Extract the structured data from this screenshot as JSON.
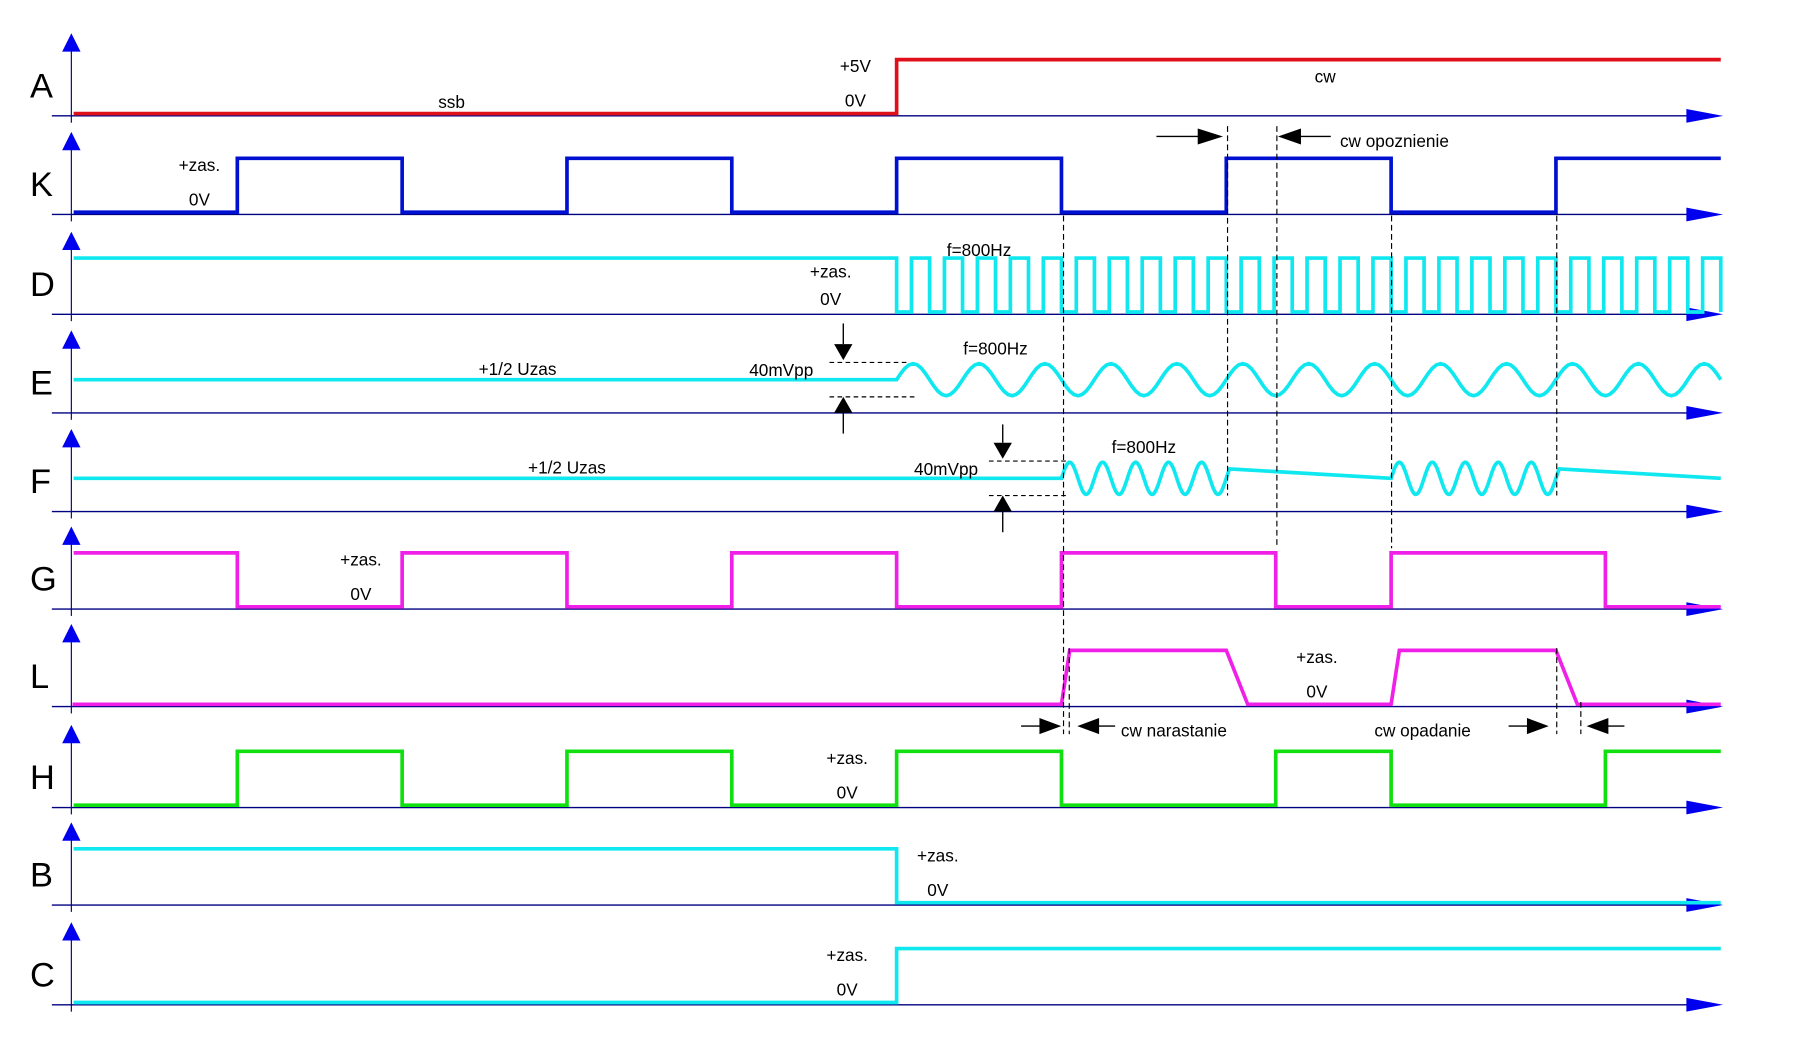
{
  "title": "CW/SSB switching timing diagram",
  "colors": {
    "axis": "#000080",
    "axis_arrow": "#0000ee",
    "A": "#e0101a",
    "K": "#0010d0",
    "D": "#10e8f0",
    "E": "#10e8f0",
    "F": "#10e8f0",
    "G": "#f020e8",
    "L": "#f020e8",
    "H": "#10e010",
    "B": "#10e8f0",
    "C": "#10e8f0",
    "annotation": "#000000"
  },
  "time_units": "K half-periods (0 to 10)",
  "rows": [
    {
      "id": "A",
      "label": "A",
      "type": "digital",
      "levels": [
        [
          0,
          0
        ],
        [
          5,
          1
        ]
      ],
      "texts": [
        {
          "t": "ssb",
          "at": 2.3,
          "pos": "low"
        },
        {
          "t": "+5V",
          "at": 4.75,
          "pos": "high-left"
        },
        {
          "t": "0V",
          "at": 4.75,
          "pos": "low-left"
        },
        {
          "t": "cw",
          "at": 7.6,
          "pos": "below-high"
        }
      ]
    },
    {
      "id": "K",
      "label": "K",
      "type": "digital",
      "levels": [
        [
          0,
          0
        ],
        [
          1,
          1
        ],
        [
          2,
          0
        ],
        [
          3,
          1
        ],
        [
          4,
          0
        ],
        [
          5,
          1
        ],
        [
          6,
          0
        ],
        [
          7,
          1
        ],
        [
          8,
          0
        ],
        [
          9,
          1
        ]
      ],
      "texts": [
        {
          "t": "+zas.",
          "at": 0.77,
          "pos": "high-left"
        },
        {
          "t": "0V",
          "at": 0.77,
          "pos": "low-left"
        }
      ]
    },
    {
      "id": "D",
      "label": "D",
      "type": "digital",
      "levels": [
        [
          0,
          1
        ]
      ],
      "square_from": 5,
      "square_periods": 25,
      "texts": [
        {
          "t": "f=800Hz",
          "at": 5.5,
          "pos": "above-high"
        },
        {
          "t": "+zas.",
          "at": 4.6,
          "pos": "mid-left"
        },
        {
          "t": "0V",
          "at": 4.6,
          "pos": "low-left"
        }
      ]
    },
    {
      "id": "E",
      "label": "E",
      "type": "analog",
      "baseline": "+1/2 Uzas",
      "sine_segments": [
        [
          5,
          10
        ]
      ],
      "cycles_per_unit": 2.5,
      "texts": [
        {
          "t": "+1/2 Uzas",
          "at": 2.7,
          "pos": "above-mid"
        },
        {
          "t": "f=800Hz",
          "at": 5.6,
          "pos": "above-high"
        },
        {
          "t": "40mVpp",
          "at": 4.3,
          "pos": "mid-left"
        }
      ]
    },
    {
      "id": "F",
      "label": "F",
      "type": "analog",
      "sine_segments": [
        [
          6,
          7.02
        ],
        [
          8,
          9.02
        ]
      ],
      "cycles_per_unit": 5,
      "texts": [
        {
          "t": "+1/2 Uzas",
          "at": 3.0,
          "pos": "above-mid"
        },
        {
          "t": "f=800Hz",
          "at": 6.5,
          "pos": "above-high"
        },
        {
          "t": "40mVpp",
          "at": 5.3,
          "pos": "mid-left"
        }
      ]
    },
    {
      "id": "G",
      "label": "G",
      "type": "digital",
      "levels": [
        [
          0,
          1
        ],
        [
          1,
          0
        ],
        [
          2,
          1
        ],
        [
          3,
          0
        ],
        [
          4,
          1
        ],
        [
          5,
          0
        ],
        [
          6,
          1
        ],
        [
          7.3,
          0
        ],
        [
          8,
          1
        ],
        [
          9.3,
          0
        ]
      ],
      "texts": [
        {
          "t": "+zas.",
          "at": 1.75,
          "pos": "high-left"
        },
        {
          "t": "0V",
          "at": 1.75,
          "pos": "low-left"
        }
      ]
    },
    {
      "id": "L",
      "label": "L",
      "type": "ramp",
      "points": [
        [
          0,
          0
        ],
        [
          6,
          0
        ],
        [
          6.05,
          1
        ],
        [
          7,
          1
        ],
        [
          7.13,
          0
        ],
        [
          8,
          0
        ],
        [
          8.05,
          1
        ],
        [
          9,
          1
        ],
        [
          9.13,
          0
        ],
        [
          10,
          0
        ]
      ],
      "texts": [
        {
          "t": "+zas.",
          "at": 7.55,
          "pos": "high-left"
        },
        {
          "t": "0V",
          "at": 7.55,
          "pos": "low-left"
        }
      ]
    },
    {
      "id": "H",
      "label": "H",
      "type": "digital",
      "levels": [
        [
          0,
          0
        ],
        [
          1,
          1
        ],
        [
          2,
          0
        ],
        [
          3,
          1
        ],
        [
          4,
          0
        ],
        [
          5,
          1
        ],
        [
          6,
          0
        ],
        [
          7.3,
          1
        ],
        [
          8,
          0
        ],
        [
          9.3,
          1
        ]
      ],
      "texts": [
        {
          "t": "+zas.",
          "at": 4.7,
          "pos": "high-left"
        },
        {
          "t": "0V",
          "at": 4.7,
          "pos": "low-left"
        }
      ]
    },
    {
      "id": "B",
      "label": "B",
      "type": "digital",
      "levels": [
        [
          0,
          1
        ],
        [
          5,
          0
        ]
      ],
      "texts": [
        {
          "t": "+zas.",
          "at": 5.25,
          "pos": "high-right"
        },
        {
          "t": "0V",
          "at": 5.25,
          "pos": "low-right"
        }
      ]
    },
    {
      "id": "C",
      "label": "C",
      "type": "digital",
      "levels": [
        [
          0,
          0
        ],
        [
          5,
          1
        ]
      ],
      "texts": [
        {
          "t": "+zas.",
          "at": 4.7,
          "pos": "high-left"
        },
        {
          "t": "0V",
          "at": 4.7,
          "pos": "low-left"
        }
      ]
    }
  ],
  "annotations": {
    "cw_opoznienie": "cw opoznienie",
    "cw_narastanie": "cw narastanie",
    "cw_opadanie": "cw opadanie"
  }
}
